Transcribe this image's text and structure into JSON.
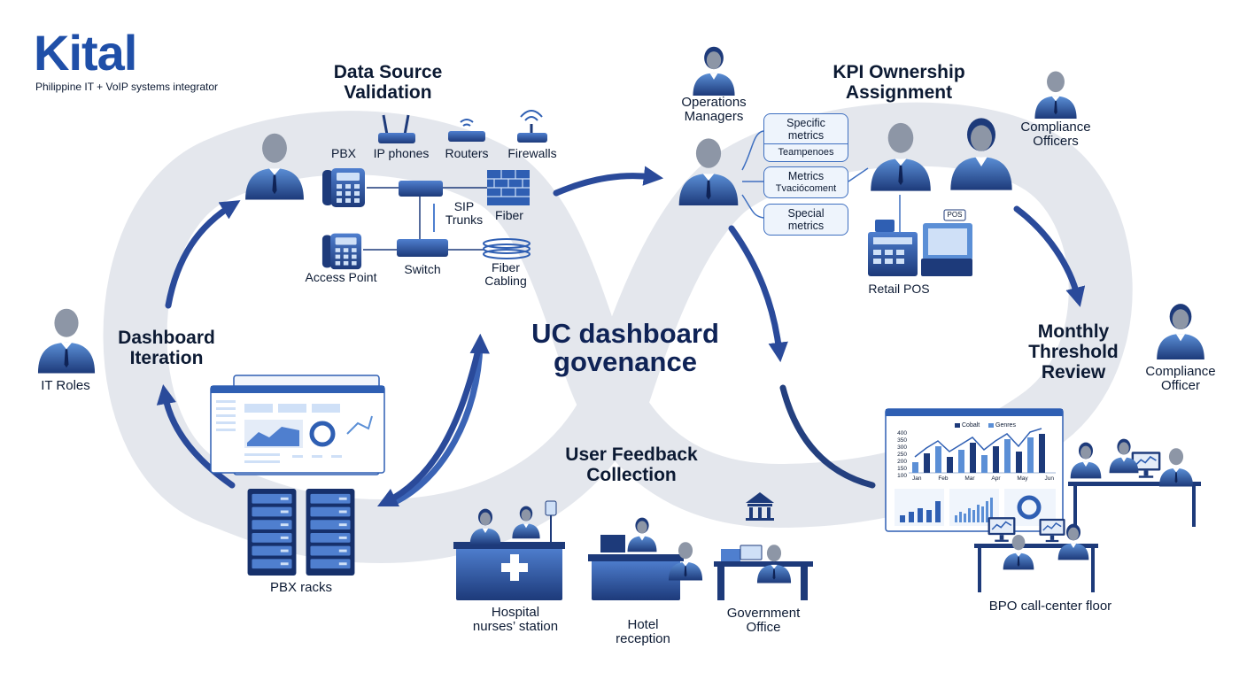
{
  "brand": {
    "logo": "Kital",
    "tagline": "Philippine IT + VoIP systems integrator"
  },
  "center": {
    "line1": "UC dashboard",
    "line2": "govenance"
  },
  "stages": {
    "data_source": {
      "line1": "Data Source",
      "line2": "Validation"
    },
    "kpi": {
      "line1": "KPI Ownership",
      "line2": "Assignment"
    },
    "threshold": {
      "line1": "Monthly",
      "line2": "Threshold",
      "line3": "Review"
    },
    "feedback": {
      "line1": "User Feedback",
      "line2": "Collection"
    },
    "iteration": {
      "line1": "Dashboard",
      "line2": "Iteration"
    }
  },
  "roles": {
    "it": "IT Roles",
    "ops": {
      "line1": "Operations",
      "line2": "Managers"
    },
    "compliance_officers": {
      "line1": "Compliance",
      "line2": "Officers"
    },
    "compliance_officer": {
      "line1": "Compliance",
      "line2": "Officer"
    }
  },
  "network": {
    "pbx": "PBX",
    "ip_phones": "IP phones",
    "routers": "Routers",
    "firewalls": "Firewalls",
    "sip": {
      "line1": "SIP",
      "line2": "Trunks"
    },
    "fiber": "Fiber",
    "access_point": "Access Point",
    "switch": "Switch",
    "fiber_cabling": {
      "line1": "Fiber",
      "line2": "Cabling"
    }
  },
  "metrics": {
    "specific": {
      "line1": "Specific",
      "line2": "metrics",
      "sub": "Teampenoes"
    },
    "metrics": {
      "line1": "Metrics",
      "sub": "Tvaciócoment"
    },
    "special": {
      "line1": "Special",
      "line2": "metrics"
    }
  },
  "retail": {
    "label": "Retail POS",
    "tag": "POS"
  },
  "bpo": {
    "label": "BPO call-center floor",
    "legend": [
      "Cobalt",
      "Genres"
    ],
    "y_ticks": [
      "400",
      "350",
      "300",
      "250",
      "200",
      "150",
      "100"
    ],
    "x_ticks": [
      "Jan",
      "Feb",
      "Mar",
      "Apr",
      "May",
      "Jun"
    ]
  },
  "sites": {
    "hospital": {
      "line1": "Hospital",
      "line2": "nurses’ station"
    },
    "hotel": {
      "line1": "Hotel",
      "line2": "reception"
    },
    "government": {
      "line1": "Government",
      "line2": "Office"
    }
  },
  "pbx_racks": "PBX racks",
  "colors": {
    "navy": "#1d3a7a",
    "blue": "#2f5fb3",
    "light_blue": "#5b8fd6",
    "loop_gray": "#e4e7ed",
    "text": "#0c1a33"
  }
}
